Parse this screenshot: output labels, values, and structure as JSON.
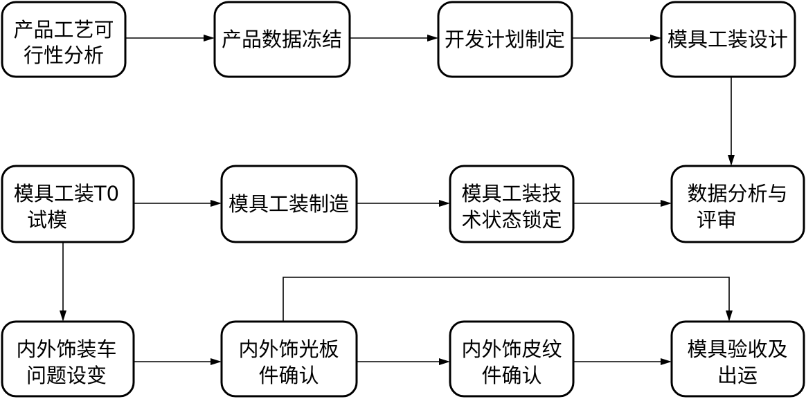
{
  "steps": {
    "feasibility": {
      "line1": "产品工艺可",
      "line2": "行性分析"
    },
    "data_freeze": {
      "line1": "产品数据冻结"
    },
    "dev_plan": {
      "line1": "开发计划制定"
    },
    "tooling_design": {
      "line1": "模具工装设计"
    },
    "tooling_t0": {
      "line1": "模具工装T0",
      "line2": "试模"
    },
    "tooling_manufacture": {
      "line1": "模具工装制造"
    },
    "tech_lock": {
      "line1": "模具工装技",
      "line2": "术状态锁定"
    },
    "data_review": {
      "line1": "数据分析与",
      "line2": "评审"
    },
    "trim_issues": {
      "line1": "内外饰装车",
      "line2": "问题设变"
    },
    "smooth_confirm": {
      "line1": "内外饰光板",
      "line2": "件确认"
    },
    "grain_confirm": {
      "line1": "内外饰皮纹",
      "line2": "件确认"
    },
    "acceptance": {
      "line1": "模具验收及",
      "line2": "出运"
    }
  }
}
